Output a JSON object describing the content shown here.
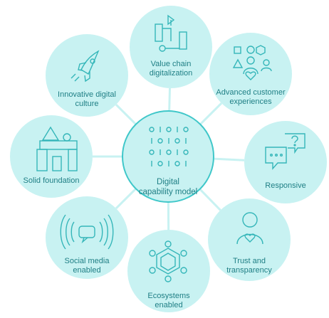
{
  "center": {
    "label": "Digital\ncapability model"
  },
  "nodes": [
    {
      "id": "value-chain",
      "label": "Value chain\ndigitalization",
      "icon": "value-chain-icon"
    },
    {
      "id": "customer",
      "label": "Advanced customer\nexperiences",
      "icon": "shapes-person-heart-icon"
    },
    {
      "id": "responsive",
      "label": "Responsive",
      "icon": "chat-bubbles-question-icon"
    },
    {
      "id": "trust",
      "label": "Trust and\ntransparency",
      "icon": "person-heart-icon"
    },
    {
      "id": "ecosystems",
      "label": "Ecosystems\nenabled",
      "icon": "network-hexagon-icon"
    },
    {
      "id": "social",
      "label": "Social media\nenabled",
      "icon": "broadcast-chat-icon"
    },
    {
      "id": "foundation",
      "label": "Solid foundation",
      "icon": "building-blocks-icon"
    },
    {
      "id": "culture",
      "label": "Innovative digital\nculture",
      "icon": "rocket-icon"
    }
  ],
  "colors": {
    "fill": "#c8f2f2",
    "stroke": "#3fc7c9",
    "text": "#1f7f85",
    "icon": "#35b6b9"
  }
}
